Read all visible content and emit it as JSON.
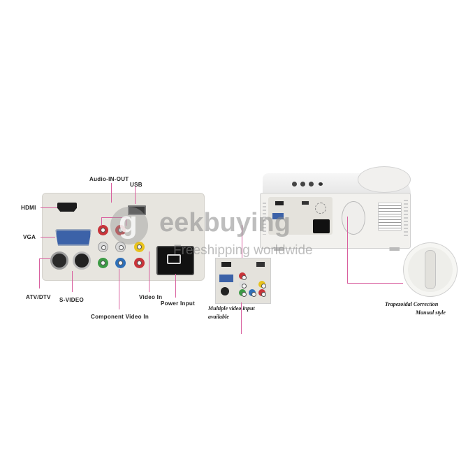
{
  "labels": {
    "audio_in_out": "Audio-IN-OUT",
    "usb": "USB",
    "hdmi": "HDMI",
    "vga": "VGA",
    "atv_dtv": "ATV/DTV",
    "s_video": "S-VIDEO",
    "component_video_in": "Component Video In",
    "video_in": "Video In",
    "power_input": "Power Input",
    "multiple_video_input_line1": "Multiple video input",
    "multiple_video_input_line2": "available",
    "trapezoidal_line1": "Trapezoidal Correction",
    "trapezoidal_line2": "Manual style"
  },
  "watermark": {
    "brand_prefix": "g",
    "brand": "eekbuying",
    "tagline": "Freeshipping worldwide"
  },
  "colors": {
    "callout_line": "#d9609f",
    "panel": "#e7e5df",
    "projector_body": "#f2f1ee",
    "rca_red": "#c8343a",
    "rca_white": "#e9e9e9",
    "rca_yellow": "#e8c21d",
    "rca_green": "#3c9a45",
    "rca_blue": "#2f6fb8",
    "vga_blue": "#3c62a8"
  }
}
